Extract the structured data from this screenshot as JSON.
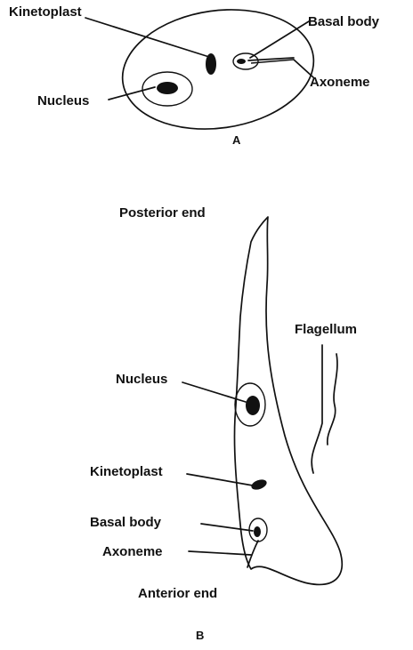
{
  "panel_a": {
    "caption": "A",
    "labels": {
      "kinetoplast": "Kinetoplast",
      "nucleus": "Nucleus",
      "basal_body": "Basal body",
      "axoneme": "Axoneme"
    }
  },
  "panel_b": {
    "caption": "B",
    "labels": {
      "posterior_end": "Posterior end",
      "flagellum": "Flagellum",
      "nucleus": "Nucleus",
      "kinetoplast": "Kinetoplast",
      "basal_body": "Basal body",
      "axoneme": "Axoneme",
      "anterior_end": "Anterior end"
    }
  }
}
